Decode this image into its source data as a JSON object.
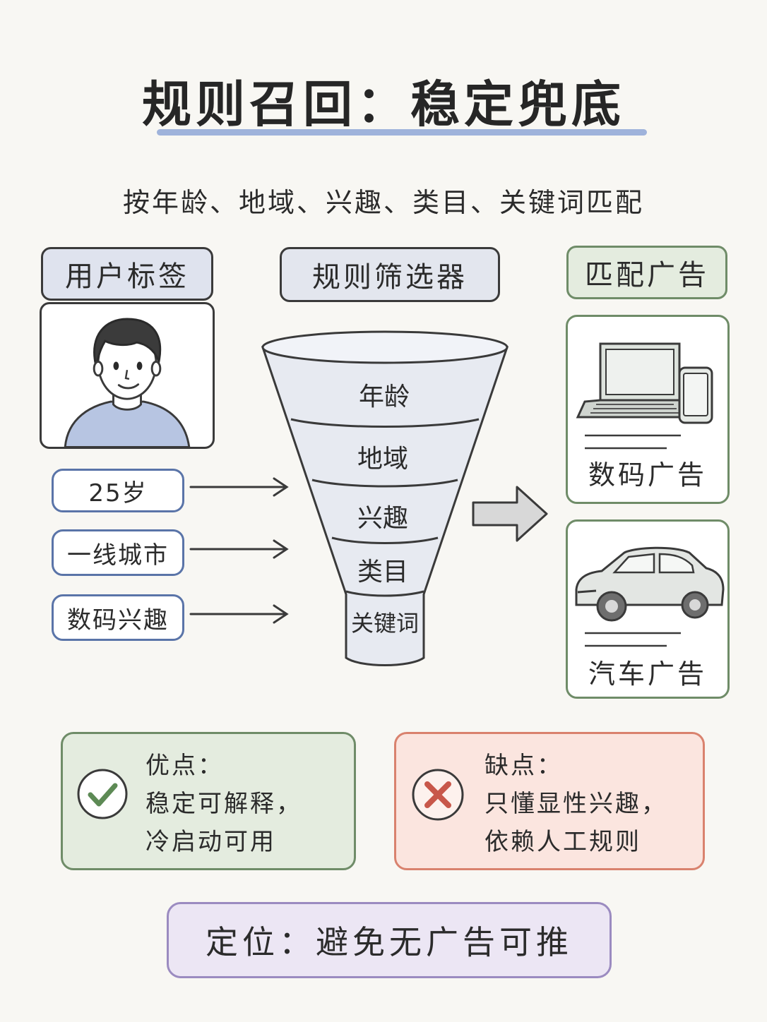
{
  "title": "规则召回：稳定兜底",
  "subtitle": "按年龄、地域、兴趣、类目、关键词匹配",
  "headers": {
    "user_tags": "用户标签",
    "rule_filter": "规则筛选器",
    "matched_ads": "匹配广告"
  },
  "user_tags": [
    "25岁",
    "一线城市",
    "数码兴趣"
  ],
  "funnel_layers": [
    "年龄",
    "地域",
    "兴趣",
    "类目",
    "关键词"
  ],
  "ads": [
    {
      "label": "数码广告",
      "icon": "laptop-phone-icon"
    },
    {
      "label": "汽车广告",
      "icon": "car-icon"
    }
  ],
  "pros": {
    "heading": "优点：",
    "lines": [
      "稳定可解释，",
      "冷启动可用"
    ],
    "icon": "check-icon"
  },
  "cons": {
    "heading": "缺点：",
    "lines": [
      "只懂显性兴趣，",
      "依赖人工规则"
    ],
    "icon": "cross-icon"
  },
  "positioning": "定位：避免无广告可推",
  "colors": {
    "accent_blue": "#8fa7d6",
    "pros_green": "#6f8c68",
    "cons_red": "#d9826e",
    "position_purple": "#9b8bc0"
  }
}
